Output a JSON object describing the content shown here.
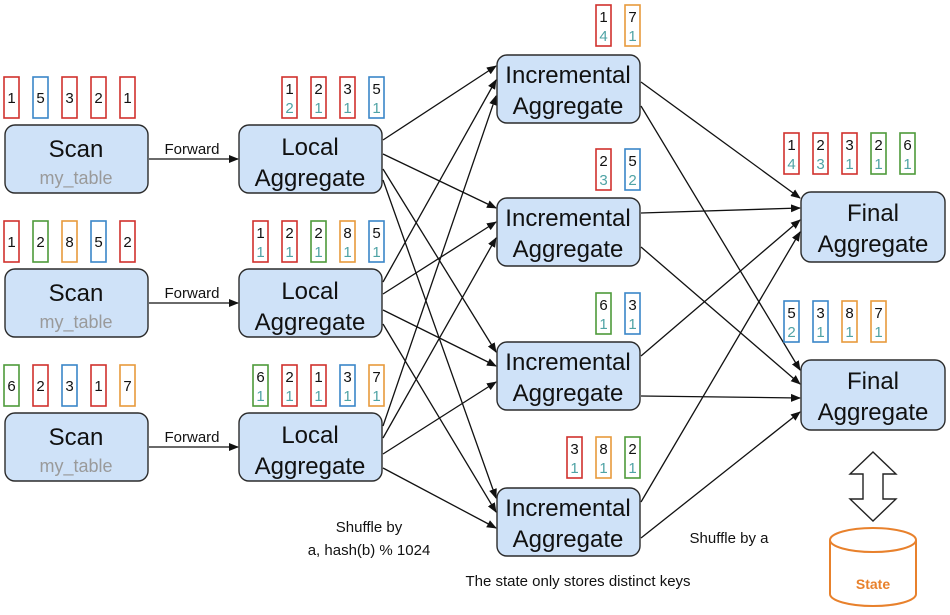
{
  "colors": {
    "node_fill": "#cfe2f8",
    "chip_red": "#d0312d",
    "chip_blue": "#3a86c8",
    "chip_green": "#4e9a3a",
    "chip_orange": "#e89a3c",
    "count_text": "#4fa3a5",
    "state_orange": "#e8812c"
  },
  "scan_nodes": [
    {
      "title": "Scan",
      "subtitle": "my_table",
      "chips": [
        {
          "key": "1",
          "color": "red"
        },
        {
          "key": "5",
          "color": "blue"
        },
        {
          "key": "3",
          "color": "red"
        },
        {
          "key": "2",
          "color": "red"
        },
        {
          "key": "1",
          "color": "red"
        }
      ]
    },
    {
      "title": "Scan",
      "subtitle": "my_table",
      "chips": [
        {
          "key": "1",
          "color": "red"
        },
        {
          "key": "2",
          "color": "green"
        },
        {
          "key": "8",
          "color": "orange"
        },
        {
          "key": "5",
          "color": "blue"
        },
        {
          "key": "2",
          "color": "red"
        }
      ]
    },
    {
      "title": "Scan",
      "subtitle": "my_table",
      "chips": [
        {
          "key": "6",
          "color": "green"
        },
        {
          "key": "2",
          "color": "red"
        },
        {
          "key": "3",
          "color": "blue"
        },
        {
          "key": "1",
          "color": "red"
        },
        {
          "key": "7",
          "color": "orange"
        }
      ]
    }
  ],
  "forward_label": "Forward",
  "local_nodes": [
    {
      "title1": "Local",
      "title2": "Aggregate",
      "chips": [
        {
          "key": "1",
          "count": "2",
          "color": "red"
        },
        {
          "key": "2",
          "count": "1",
          "color": "red"
        },
        {
          "key": "3",
          "count": "1",
          "color": "red"
        },
        {
          "key": "5",
          "count": "1",
          "color": "blue"
        }
      ]
    },
    {
      "title1": "Local",
      "title2": "Aggregate",
      "chips": [
        {
          "key": "1",
          "count": "1",
          "color": "red"
        },
        {
          "key": "2",
          "count": "1",
          "color": "red"
        },
        {
          "key": "2",
          "count": "1",
          "color": "green"
        },
        {
          "key": "8",
          "count": "1",
          "color": "orange"
        },
        {
          "key": "5",
          "count": "1",
          "color": "blue"
        }
      ]
    },
    {
      "title1": "Local",
      "title2": "Aggregate",
      "chips": [
        {
          "key": "6",
          "count": "1",
          "color": "green"
        },
        {
          "key": "2",
          "count": "1",
          "color": "red"
        },
        {
          "key": "1",
          "count": "1",
          "color": "red"
        },
        {
          "key": "3",
          "count": "1",
          "color": "blue"
        },
        {
          "key": "7",
          "count": "1",
          "color": "orange"
        }
      ]
    }
  ],
  "incremental_nodes": [
    {
      "title1": "Incremental",
      "title2": "Aggregate",
      "chips": [
        {
          "key": "1",
          "count": "4",
          "color": "red"
        },
        {
          "key": "7",
          "count": "1",
          "color": "orange"
        }
      ]
    },
    {
      "title1": "Incremental",
      "title2": "Aggregate",
      "chips": [
        {
          "key": "2",
          "count": "3",
          "color": "red"
        },
        {
          "key": "5",
          "count": "2",
          "color": "blue"
        }
      ]
    },
    {
      "title1": "Incremental",
      "title2": "Aggregate",
      "chips": [
        {
          "key": "6",
          "count": "1",
          "color": "green"
        },
        {
          "key": "3",
          "count": "1",
          "color": "blue"
        }
      ]
    },
    {
      "title1": "Incremental",
      "title2": "Aggregate",
      "chips": [
        {
          "key": "3",
          "count": "1",
          "color": "red"
        },
        {
          "key": "8",
          "count": "1",
          "color": "orange"
        },
        {
          "key": "2",
          "count": "1",
          "color": "green"
        }
      ]
    }
  ],
  "final_nodes": [
    {
      "title1": "Final",
      "title2": "Aggregate",
      "chips": [
        {
          "key": "1",
          "count": "4",
          "color": "red"
        },
        {
          "key": "2",
          "count": "3",
          "color": "red"
        },
        {
          "key": "3",
          "count": "1",
          "color": "red"
        },
        {
          "key": "2",
          "count": "1",
          "color": "green"
        },
        {
          "key": "6",
          "count": "1",
          "color": "green"
        }
      ]
    },
    {
      "title1": "Final",
      "title2": "Aggregate",
      "chips": [
        {
          "key": "5",
          "count": "2",
          "color": "blue"
        },
        {
          "key": "3",
          "count": "1",
          "color": "blue"
        },
        {
          "key": "8",
          "count": "1",
          "color": "orange"
        },
        {
          "key": "7",
          "count": "1",
          "color": "orange"
        }
      ]
    }
  ],
  "shuffle_label_1_line1": "Shuffle by",
  "shuffle_label_1_line2": "a, hash(b) % 1024",
  "shuffle_label_2": "Shuffle by a",
  "state_note": "The state only stores distinct keys",
  "state_label": "State"
}
